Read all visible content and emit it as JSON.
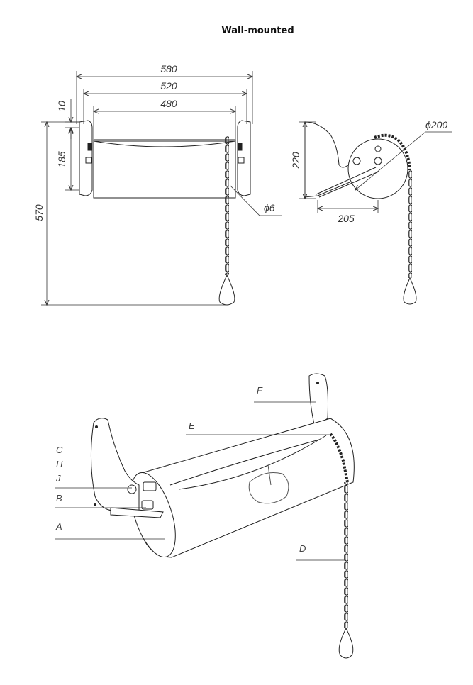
{
  "title": "Wall-mounted",
  "front_view": {
    "dim_580": "580",
    "dim_520": "520",
    "dim_480": "480",
    "dim_10": "10",
    "dim_185": "185",
    "dim_570": "570",
    "dim_phi6": "ϕ6"
  },
  "side_view": {
    "dim_220": "220",
    "dim_205": "205",
    "dim_phi200": "ϕ200"
  },
  "iso_view": {
    "labels": {
      "C": "C",
      "H": "H",
      "J": "J",
      "B": "B",
      "A": "A",
      "E": "E",
      "F": "F",
      "D": "D"
    }
  }
}
